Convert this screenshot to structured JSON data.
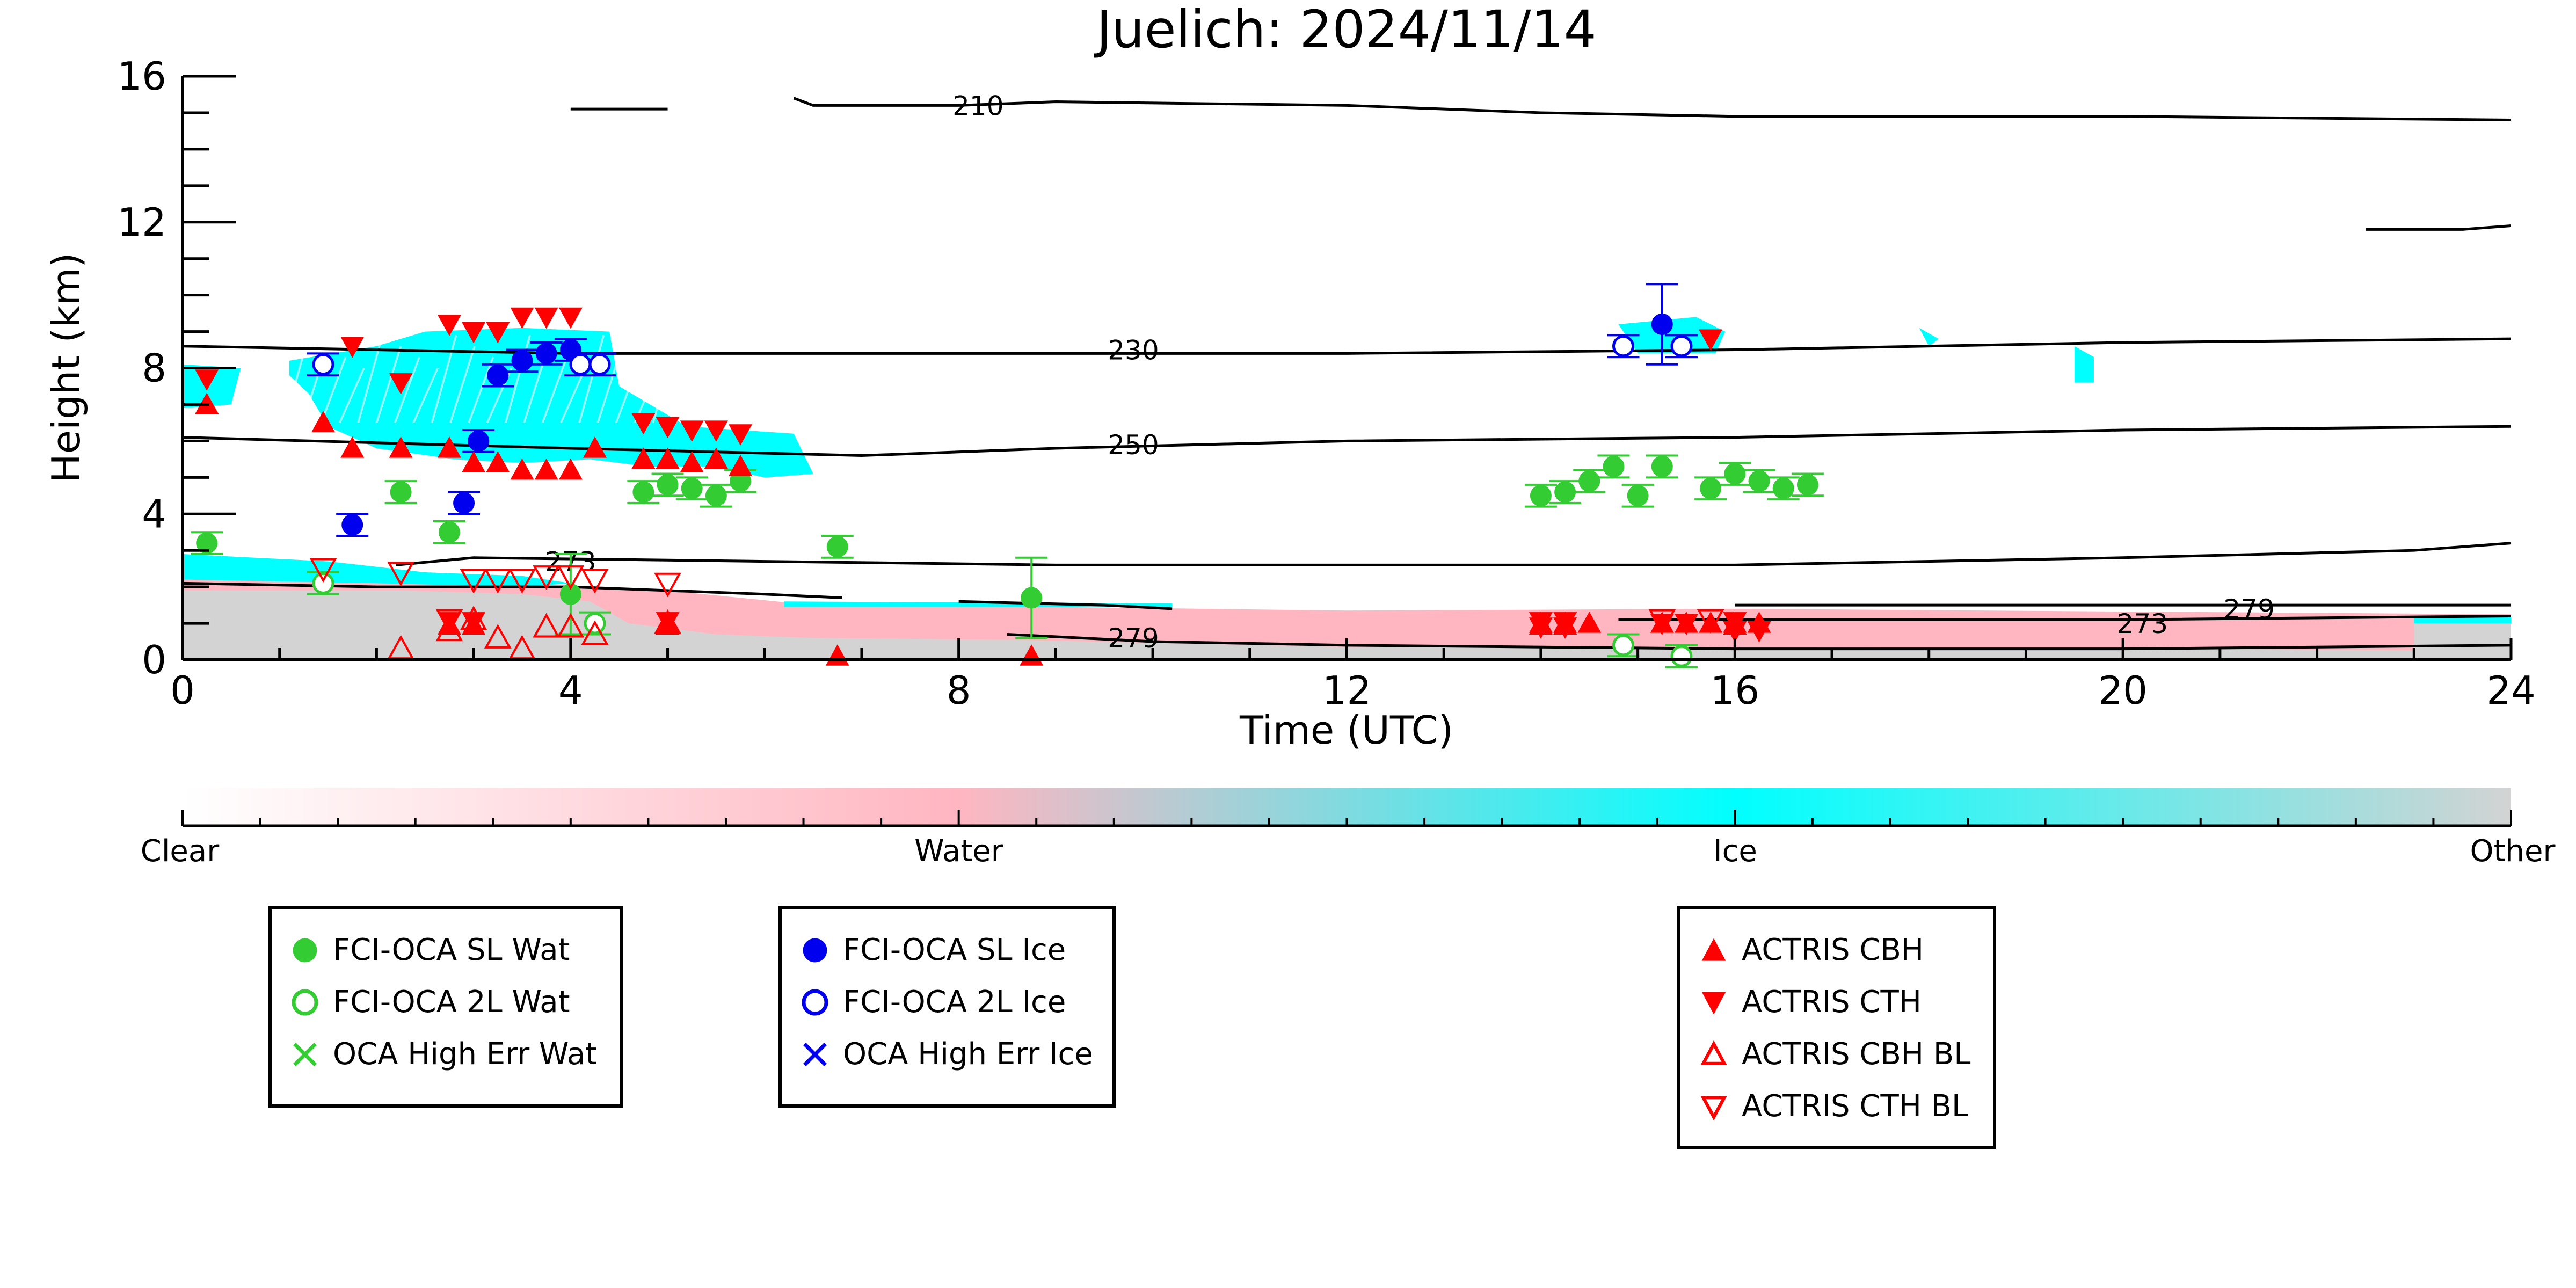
{
  "chart_data": {
    "type": "scatter",
    "title": "Juelich: 2024/11/14",
    "xlabel": "Time (UTC)",
    "ylabel": "Height (km)",
    "xlim": [
      0,
      24
    ],
    "ylim": [
      0,
      16
    ],
    "x_ticks": [
      "0",
      "4",
      "8",
      "12",
      "16",
      "20",
      "24"
    ],
    "y_ticks": [
      "0",
      "4",
      "8",
      "12",
      "16"
    ],
    "colorbar": {
      "labels": [
        "Clear",
        "Water",
        "Ice",
        "Other"
      ],
      "colors": [
        "#ffffff",
        "#ffb6c1",
        "#00ffff",
        "#d3d3d3"
      ]
    },
    "contour_labels": [
      {
        "text": "210",
        "x": 8.2,
        "y": 15.2
      },
      {
        "text": "230",
        "x": 9.8,
        "y": 8.5
      },
      {
        "text": "250",
        "x": 9.8,
        "y": 5.9
      },
      {
        "text": "273",
        "x": 4.0,
        "y": 2.7
      },
      {
        "text": "279",
        "x": 9.8,
        "y": 0.6
      },
      {
        "text": "279",
        "x": 21.3,
        "y": 1.4
      },
      {
        "text": "273",
        "x": 20.2,
        "y": 1.0
      }
    ],
    "contours": [
      {
        "level": "210",
        "points": [
          [
            4.0,
            15.1
          ],
          [
            5.0,
            15.1
          ]
        ]
      },
      {
        "level": "210",
        "points": [
          [
            6.3,
            15.4
          ],
          [
            6.5,
            15.2
          ],
          [
            8.0,
            15.2
          ],
          [
            9.0,
            15.3
          ],
          [
            12.0,
            15.2
          ],
          [
            14.0,
            15.0
          ],
          [
            16.0,
            14.9
          ],
          [
            20.0,
            14.9
          ],
          [
            24.0,
            14.8
          ]
        ]
      },
      {
        "level": "210",
        "points": [
          [
            22.5,
            11.8
          ],
          [
            23.5,
            11.8
          ],
          [
            24.0,
            11.9
          ]
        ]
      },
      {
        "level": "230",
        "points": [
          [
            0,
            8.6
          ],
          [
            4.0,
            8.4
          ],
          [
            8.0,
            8.4
          ],
          [
            12.0,
            8.4
          ],
          [
            16.0,
            8.5
          ],
          [
            20.0,
            8.7
          ],
          [
            24.0,
            8.8
          ]
        ]
      },
      {
        "level": "250",
        "points": [
          [
            0,
            6.1
          ],
          [
            4.0,
            5.8
          ],
          [
            7.0,
            5.6
          ],
          [
            9.0,
            5.8
          ],
          [
            12.0,
            6.0
          ],
          [
            16.0,
            6.1
          ],
          [
            20.0,
            6.3
          ],
          [
            24.0,
            6.4
          ]
        ]
      },
      {
        "level": "273",
        "points": [
          [
            0,
            2.1
          ],
          [
            2.0,
            2.0
          ],
          [
            4.0,
            2.0
          ],
          [
            6.0,
            1.8
          ],
          [
            6.8,
            1.7
          ]
        ]
      },
      {
        "level": "273",
        "points": [
          [
            2.2,
            2.6
          ],
          [
            3.0,
            2.8
          ],
          [
            6.0,
            2.7
          ],
          [
            9.0,
            2.6
          ],
          [
            12.0,
            2.6
          ],
          [
            16.0,
            2.6
          ],
          [
            20.0,
            2.8
          ],
          [
            23.0,
            3.0
          ],
          [
            24.0,
            3.2
          ]
        ]
      },
      {
        "level": "279",
        "points": [
          [
            8.0,
            1.6
          ],
          [
            9.5,
            1.5
          ],
          [
            10.2,
            1.4
          ]
        ]
      },
      {
        "level": "279",
        "points": [
          [
            8.5,
            0.7
          ],
          [
            10.0,
            0.5
          ],
          [
            12.0,
            0.4
          ],
          [
            16.0,
            0.3
          ],
          [
            20.0,
            0.3
          ],
          [
            24.0,
            0.4
          ]
        ]
      },
      {
        "level": "279",
        "points": [
          [
            16.0,
            1.5
          ],
          [
            20.0,
            1.5
          ],
          [
            23.0,
            1.5
          ],
          [
            24.0,
            1.5
          ]
        ]
      },
      {
        "level": "273",
        "points": [
          [
            14.8,
            1.1
          ],
          [
            17.0,
            1.1
          ],
          [
            20.0,
            1.1
          ],
          [
            24.0,
            1.2
          ]
        ]
      }
    ],
    "series": [
      {
        "name": "FCI-OCA SL Wat",
        "x": [
          0.25,
          2.25,
          2.75,
          4.0,
          4.75,
          5.0,
          5.25,
          5.5,
          5.75,
          6.75,
          8.75,
          14.0,
          14.25,
          14.5,
          14.75,
          15.0,
          15.25,
          15.75,
          16.0,
          16.25,
          16.5,
          16.75
        ],
        "y": [
          3.2,
          4.6,
          3.5,
          1.8,
          4.6,
          4.8,
          4.7,
          4.5,
          4.9,
          3.1,
          1.7,
          4.5,
          4.6,
          4.9,
          5.3,
          4.5,
          5.3,
          4.7,
          5.1,
          4.9,
          4.7,
          4.8
        ]
      },
      {
        "name": "FCI-OCA 2L Wat",
        "x": [
          1.45,
          4.25,
          14.85,
          15.45
        ],
        "y": [
          2.1,
          1.0,
          0.4,
          0.1
        ]
      },
      {
        "name": "FCI-OCA SL Ice",
        "x": [
          1.75,
          2.9,
          3.05,
          3.25,
          3.5,
          3.75,
          4.0,
          15.25
        ],
        "y": [
          3.7,
          4.3,
          6.0,
          7.8,
          8.2,
          8.4,
          8.5,
          9.2
        ]
      },
      {
        "name": "FCI-OCA 2L Ice",
        "x": [
          1.45,
          4.1,
          4.3,
          14.85,
          15.45
        ],
        "y": [
          8.1,
          8.1,
          8.1,
          8.6,
          8.6
        ]
      },
      {
        "name": "ACTRIS CBH",
        "x": [
          0.25,
          1.45,
          1.75,
          2.25,
          2.75,
          3.0,
          3.25,
          3.5,
          3.75,
          4.0,
          4.25,
          4.75,
          5.0,
          5.25,
          5.5,
          5.75,
          6.75,
          8.75,
          14.0,
          14.25,
          14.5,
          15.25,
          15.5,
          15.75,
          16.0,
          16.25
        ],
        "y": [
          7.0,
          6.5,
          5.8,
          5.8,
          5.8,
          5.4,
          5.4,
          5.2,
          5.2,
          5.2,
          5.8,
          5.5,
          5.5,
          5.4,
          5.5,
          5.3,
          0.1,
          0.1,
          1.0,
          1.0,
          1.0,
          1.0,
          1.0,
          1.0,
          1.0,
          1.0
        ]
      },
      {
        "name": "ACTRIS CTH",
        "x": [
          0.25,
          1.75,
          2.25,
          2.75,
          3.0,
          3.25,
          3.5,
          3.75,
          4.0,
          4.75,
          5.0,
          5.25,
          5.5,
          5.75,
          14.0,
          14.25,
          15.25,
          15.5,
          15.75,
          16.0,
          16.25
        ],
        "y": [
          7.7,
          8.6,
          7.6,
          9.2,
          9.0,
          9.0,
          9.4,
          9.4,
          9.4,
          6.5,
          6.4,
          6.3,
          6.3,
          6.2,
          0.9,
          0.9,
          1.0,
          1.0,
          8.8,
          0.8,
          0.8
        ]
      },
      {
        "name": "ACTRIS CBH BL",
        "x": [
          2.25,
          2.75,
          3.0,
          3.25,
          3.5,
          3.75,
          4.0,
          4.25,
          5.0
        ],
        "y": [
          0.3,
          0.8,
          1.1,
          0.6,
          0.3,
          0.9,
          0.9,
          0.7,
          1.0
        ]
      },
      {
        "name": "ACTRIS CTH BL",
        "x": [
          1.45,
          2.25,
          2.75,
          3.0,
          3.25,
          3.5,
          3.75,
          4.0,
          4.25,
          5.0,
          15.25,
          15.75
        ],
        "y": [
          2.5,
          2.4,
          1.1,
          2.2,
          2.2,
          2.2,
          2.3,
          2.3,
          2.2,
          2.1,
          1.1,
          1.1
        ]
      }
    ],
    "hatched_series": [
      {
        "name": "ACTRIS CBH/CTH hourglass markers",
        "x": [
          2.75,
          3.0,
          5.0,
          14.0,
          14.25,
          16.0
        ],
        "y": [
          1.0,
          1.0,
          1.0,
          1.0,
          1.0,
          1.0
        ]
      }
    ],
    "legend": {
      "group1": [
        {
          "label": "FCI-OCA SL Wat",
          "marker": "filled-circle",
          "color": "#33cc33"
        },
        {
          "label": "FCI-OCA 2L Wat",
          "marker": "open-circle",
          "color": "#33cc33"
        },
        {
          "label": "OCA High Err Wat",
          "marker": "x",
          "color": "#33cc33"
        }
      ],
      "group2": [
        {
          "label": "FCI-OCA SL Ice",
          "marker": "filled-circle",
          "color": "#0000ee"
        },
        {
          "label": "FCI-OCA 2L Ice",
          "marker": "open-circle",
          "color": "#0000ee"
        },
        {
          "label": "OCA High Err Ice",
          "marker": "x",
          "color": "#0000ee"
        }
      ],
      "group3": [
        {
          "label": "ACTRIS CBH",
          "marker": "filled-triangle-up",
          "color": "#ff0000"
        },
        {
          "label": "ACTRIS CTH",
          "marker": "filled-triangle-down",
          "color": "#ff0000"
        },
        {
          "label": "ACTRIS CBH BL",
          "marker": "open-triangle-up",
          "color": "#ff0000"
        },
        {
          "label": "ACTRIS CTH BL",
          "marker": "open-triangle-down",
          "color": "#ff0000"
        }
      ]
    },
    "colors": {
      "water_marker": "#33cc33",
      "ice_marker": "#0000ee",
      "actris": "#ff0000",
      "water_phase": "#ffb6c1",
      "ice_phase": "#00ffff",
      "other_phase": "#d3d3d3"
    }
  }
}
